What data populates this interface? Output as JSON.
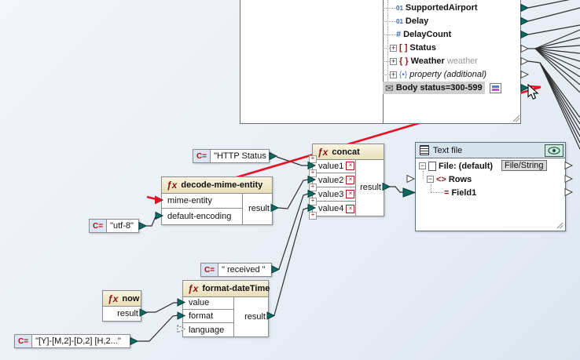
{
  "icons": {
    "fx": "ƒx",
    "add_input": "+",
    "remove_input": "×",
    "collapse": "−",
    "expand": "+",
    "angle_brackets": "<>",
    "equals_bars": "=",
    "envelope": "✉"
  },
  "const_label": "C=",
  "schema_component": {
    "items": [
      {
        "icon": "01",
        "label": "SupportedAirport"
      },
      {
        "icon": "01",
        "label": "Delay"
      },
      {
        "icon": "#",
        "label": "DelayCount"
      },
      {
        "icon": "[ ]",
        "label": "Status",
        "expand": "+"
      },
      {
        "icon": "{ }",
        "label": "Weather",
        "annotation": "weather",
        "expand": "+"
      },
      {
        "icon": "{▪}",
        "label": "property (additional)",
        "expand": "+"
      },
      {
        "icon": "✉",
        "label": "Body status=300-599"
      }
    ]
  },
  "functions": {
    "concat": {
      "title": "concat",
      "inputs": [
        "value1",
        "value2",
        "value3",
        "value4"
      ],
      "output": "result"
    },
    "decode_mime_entity": {
      "title": "decode-mime-entity",
      "inputs": [
        "mime-entity",
        "default-encoding"
      ],
      "output": "result"
    },
    "format_datetime": {
      "title": "format-dateTime",
      "inputs": [
        "value",
        "format",
        "language"
      ],
      "output": "result"
    },
    "now": {
      "title": "now",
      "output": "result"
    }
  },
  "constants": [
    {
      "value": "\"HTTP Status \""
    },
    {
      "value": "\"utf-8\""
    },
    {
      "value": "\" received \""
    },
    {
      "value": "\"[Y]-[M,2]-[D,2] [H,2...\""
    }
  ],
  "text_file": {
    "title": "Text file",
    "file_label": "File: (default)",
    "file_button": "File/String",
    "rows_label": "Rows",
    "field_label": "Field1"
  },
  "colors": {
    "connector_teal": "#0c6b62",
    "selected_connection_red": "#e81123",
    "function_header": "#efe6c4",
    "component_header": "#d6e2ec",
    "icon_red": "#8b1a1a",
    "icon_blue": "#3a66c4",
    "selection_bg": "#cfcfcf",
    "annotation_gray": "#9a9a9a"
  }
}
